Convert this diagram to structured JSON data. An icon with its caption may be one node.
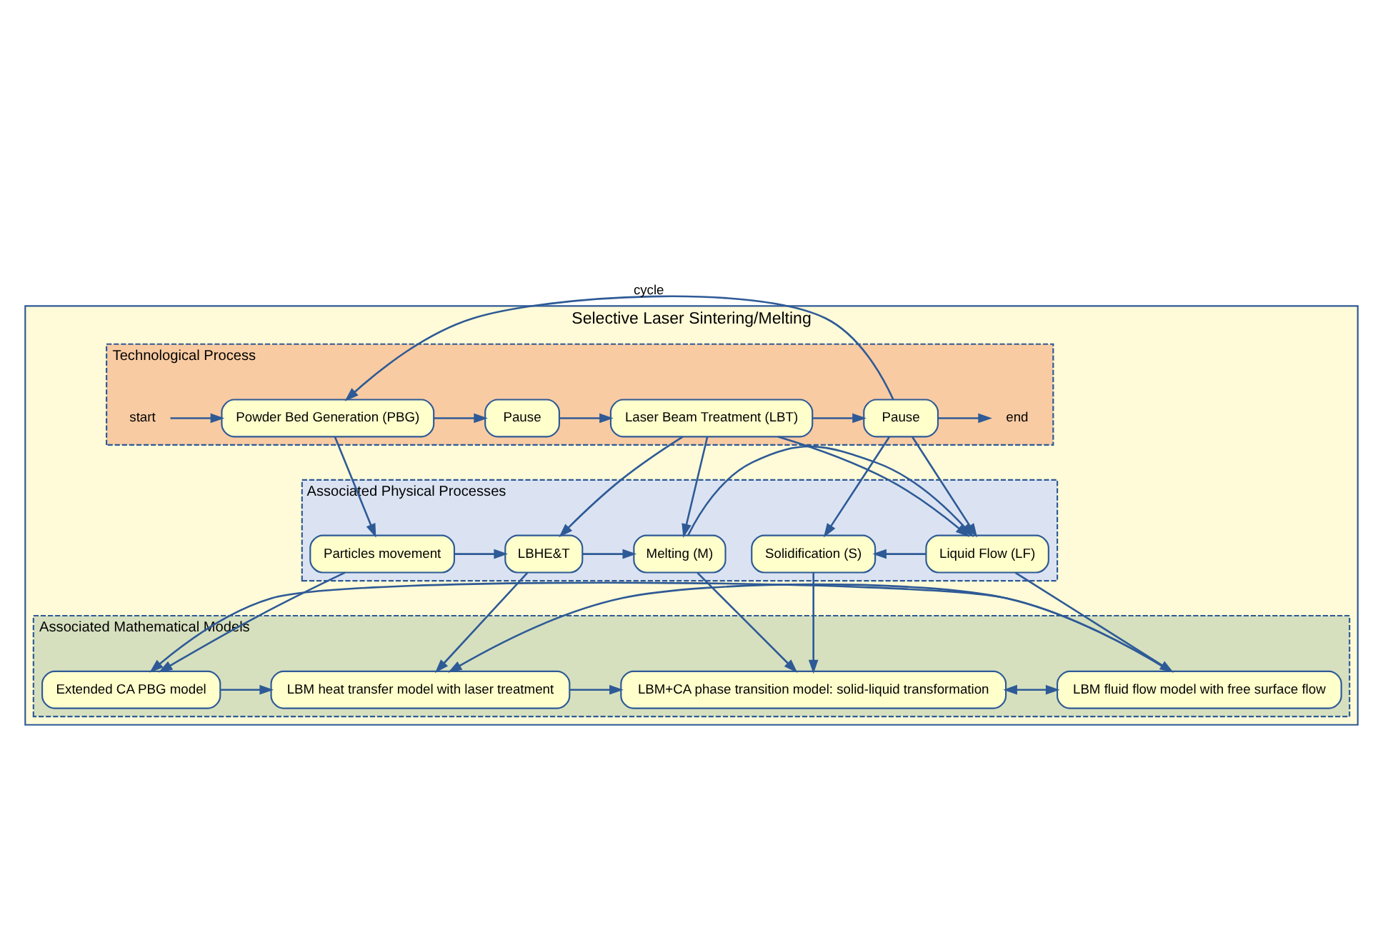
{
  "diagram": {
    "nodes": [
      {
        "text": [
          "Selective Laser Sintering/Melting"
        ]
      },
      {
        "text": [
          "Technological Process"
        ],
        "in": 0
      },
      {
        "text": [
          "start"
        ],
        "in": 1
      },
      {
        "text": [
          "Powder Bed Generation (PBG)"
        ],
        "in": 1
      },
      {
        "text": [
          "Pause"
        ],
        "in": 1
      },
      {
        "text": [
          "Laser Beam Treatment (LBT)"
        ],
        "in": 1
      },
      {
        "text": [
          "Pause"
        ],
        "in": 1
      },
      {
        "text": [
          "end"
        ],
        "in": 1
      },
      {
        "text": [
          "Associated Physical Processes"
        ],
        "in": 0
      },
      {
        "text": [
          "Particles movement"
        ],
        "in": 8
      },
      {
        "text": [
          "LBHE&T"
        ],
        "in": 8
      },
      {
        "text": [
          "Melting (M)"
        ],
        "in": 8
      },
      {
        "text": [
          "Liquid Flow (LF)"
        ],
        "in": 8
      },
      {
        "text": [
          "Solidification (S)"
        ],
        "in": 8
      },
      {
        "text": [
          "Associated Mathematical Models"
        ],
        "in": 0
      },
      {
        "text": [
          "Extended CA PBG model"
        ],
        "in": 14
      },
      {
        "text": [
          "LBM heat transfer model with laser treatment"
        ],
        "in": 14
      },
      {
        "text": [
          "LBM+CA phase transition model: solid-liquid transformation"
        ],
        "in": 14
      },
      {
        "text": [
          "LBM fluid flow model with free surface flow"
        ],
        "in": 14
      }
    ],
    "edges": [
      {
        "from": 2,
        "to": 3,
        "arrow": "to"
      },
      {
        "from": 3,
        "to": 4,
        "arrow": "to"
      },
      {
        "from": 4,
        "to": 5,
        "arrow": "to"
      },
      {
        "from": 5,
        "to": 6,
        "arrow": "to"
      },
      {
        "from": 6,
        "to": 7,
        "arrow": "to"
      },
      {
        "from": 6,
        "to": 3,
        "arrow": "to",
        "label": "cycle"
      },
      {
        "from": 3,
        "to": 9,
        "arrow": "to"
      },
      {
        "from": 5,
        "to": 10,
        "arrow": "to"
      },
      {
        "from": 5,
        "to": 11,
        "arrow": "to"
      },
      {
        "from": 5,
        "to": 12,
        "arrow": "to"
      },
      {
        "from": 6,
        "to": 12,
        "arrow": "to"
      },
      {
        "from": 6,
        "to": 13,
        "arrow": "to"
      },
      {
        "from": 9,
        "to": 10,
        "arrow": "to"
      },
      {
        "from": 10,
        "to": 11,
        "arrow": "to"
      },
      {
        "from": 11,
        "to": 12,
        "arrow": "to"
      },
      {
        "from": 12,
        "to": 13,
        "arrow": "to"
      },
      {
        "from": 9,
        "to": 15,
        "arrow": "to"
      },
      {
        "from": 10,
        "to": 16,
        "arrow": "to"
      },
      {
        "from": 11,
        "to": 17,
        "arrow": "to"
      },
      {
        "from": 13,
        "to": 17,
        "arrow": "to"
      },
      {
        "from": 12,
        "to": 18,
        "arrow": "to"
      },
      {
        "from": 15,
        "to": 16,
        "arrow": "to"
      },
      {
        "from": 16,
        "to": 17,
        "arrow": "to"
      },
      {
        "from": 17,
        "to": 18,
        "arrow": "both"
      },
      {
        "from": 18,
        "to": 15,
        "arrow": "to"
      },
      {
        "from": 18,
        "to": 16,
        "arrow": "to"
      }
    ]
  }
}
